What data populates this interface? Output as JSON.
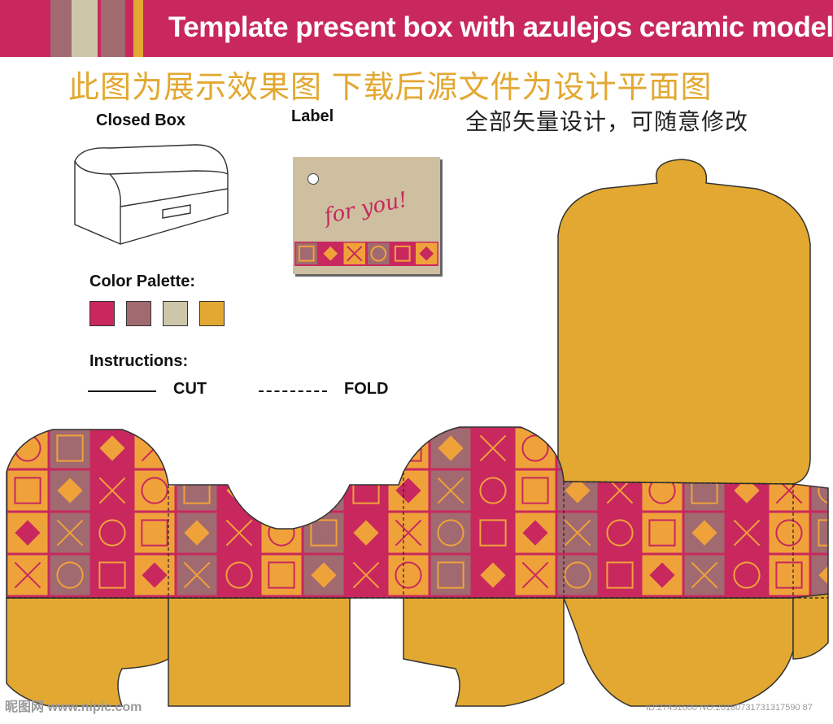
{
  "colors": {
    "magenta": "#c8285e",
    "mauve": "#a06a70",
    "cream": "#cdc6a8",
    "gold": "#e2a831",
    "orange": "#f0a23a",
    "outline": "#333333"
  },
  "header": {
    "title": "Template present box with azulejos ceramic models"
  },
  "notes": {
    "cn_line1": "此图为展示效果图  下载后源文件为设计平面图",
    "cn_line2": "全部矢量设计，可随意修改"
  },
  "labels": {
    "closed_box": "Closed Box",
    "label": "Label",
    "color_palette": "Color Palette:",
    "instructions": "Instructions:",
    "cut": "CUT",
    "fold": "FOLD"
  },
  "tag": {
    "text": "for you!"
  },
  "watermark": {
    "left": "昵图网 www.nipic.com",
    "right": "ID:27431600 NO:20180731731317590 87"
  }
}
